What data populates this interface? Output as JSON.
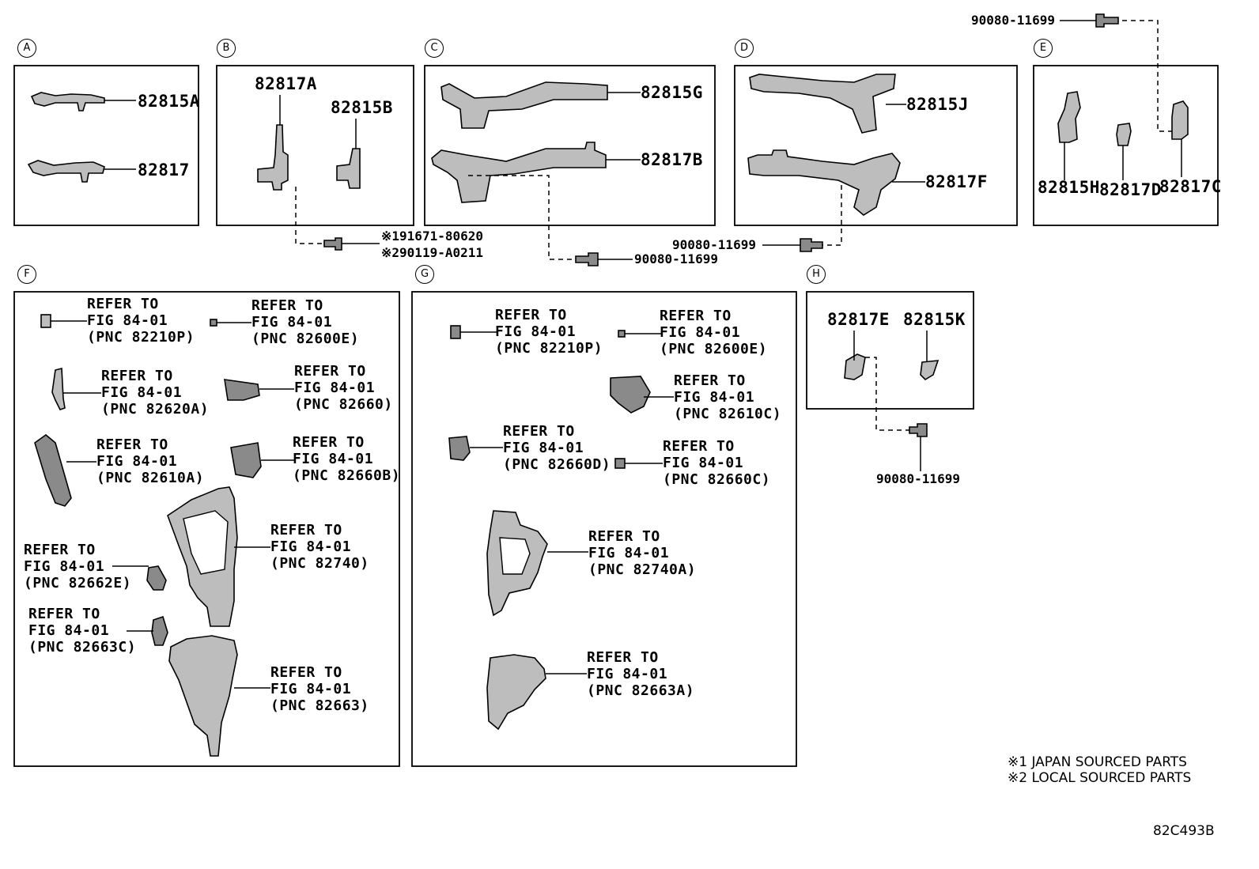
{
  "sections": {
    "a": {
      "letter": "A",
      "parts": [
        "82815A",
        "82817"
      ]
    },
    "b": {
      "letter": "B",
      "parts": [
        "82817A",
        "82815B"
      ]
    },
    "c": {
      "letter": "C",
      "parts": [
        "82815G",
        "82817B"
      ]
    },
    "d": {
      "letter": "D",
      "parts": [
        "82815J",
        "82817F"
      ]
    },
    "e": {
      "letter": "E",
      "parts": [
        "82815H",
        "82817D",
        "82817C"
      ]
    },
    "f": {
      "letter": "F"
    },
    "g": {
      "letter": "G"
    },
    "h": {
      "letter": "H",
      "parts": [
        "82817E",
        "82815K"
      ]
    }
  },
  "fasteners": {
    "top_right": "90080-11699",
    "b_clip_1": "※191671-80620",
    "b_clip_2": "※290119-A0211",
    "c_bolt": "90080-11699",
    "d_bolt": "90080-11699",
    "h_bolt": "90080-11699"
  },
  "refs": {
    "f": [
      "REFER TO\nFIG 84-01\n(PNC 82210P)",
      "REFER TO\nFIG 84-01\n(PNC 82600E)",
      "REFER TO\nFIG 84-01\n(PNC 82620A)",
      "REFER TO\nFIG 84-01\n(PNC 82660)",
      "REFER TO\nFIG 84-01\n(PNC 82610A)",
      "REFER TO\nFIG 84-01\n(PNC 82660B)",
      "REFER TO\nFIG 84-01\n(PNC 82740)",
      "REFER TO\nFIG 84-01\n(PNC 82662E)",
      "REFER TO\nFIG 84-01\n(PNC 82663C)",
      "REFER TO\nFIG 84-01\n(PNC 82663)"
    ],
    "g": [
      "REFER TO\nFIG 84-01\n(PNC 82210P)",
      "REFER TO\nFIG 84-01\n(PNC 82600E)",
      "REFER TO\nFIG 84-01\n(PNC 82610C)",
      "REFER TO\nFIG 84-01\n(PNC 82660D)",
      "REFER TO\nFIG 84-01\n(PNC 82660C)",
      "REFER TO\nFIG 84-01\n(PNC 82740A)",
      "REFER TO\nFIG 84-01\n(PNC 82663A)"
    ]
  },
  "notes": [
    "※1 JAPAN SOURCED PARTS",
    "※2 LOCAL SOURCED PARTS"
  ],
  "diagram_id": "82C493B"
}
